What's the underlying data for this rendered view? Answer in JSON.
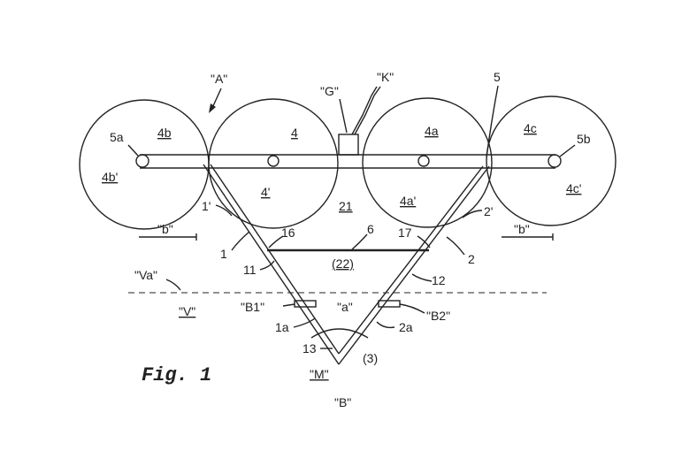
{
  "figure": {
    "caption": "Fig. 1",
    "labels": {
      "A": "\"A\"",
      "G": "\"G\"",
      "K": "\"K\"",
      "n5": "5",
      "n5a": "5a",
      "n5b": "5b",
      "n4b": "4b",
      "n4": "4",
      "n4a": "4a",
      "n4c": "4c",
      "n4b_prime": "4b'",
      "n4_prime": "4'",
      "n21": "21",
      "n4a_prime": "4a'",
      "n4c_prime": "4c'",
      "n1_prime": "1'",
      "n2_prime": "2'",
      "b_left": "\"b\"",
      "b_right": "\"b\"",
      "n16": "16",
      "n6": "6",
      "n17": "17",
      "n1": "1",
      "n2": "2",
      "n11": "11",
      "n22": "(22)",
      "n12": "12",
      "Va": "\"Va\"",
      "V": "\"V\"",
      "B1": "\"B1\"",
      "a_angle": "\"a\"",
      "B2": "\"B2\"",
      "n1a": "1a",
      "n2a": "2a",
      "n13": "13",
      "n3": "(3)",
      "M": "\"M\"",
      "B": "\"B\""
    }
  }
}
